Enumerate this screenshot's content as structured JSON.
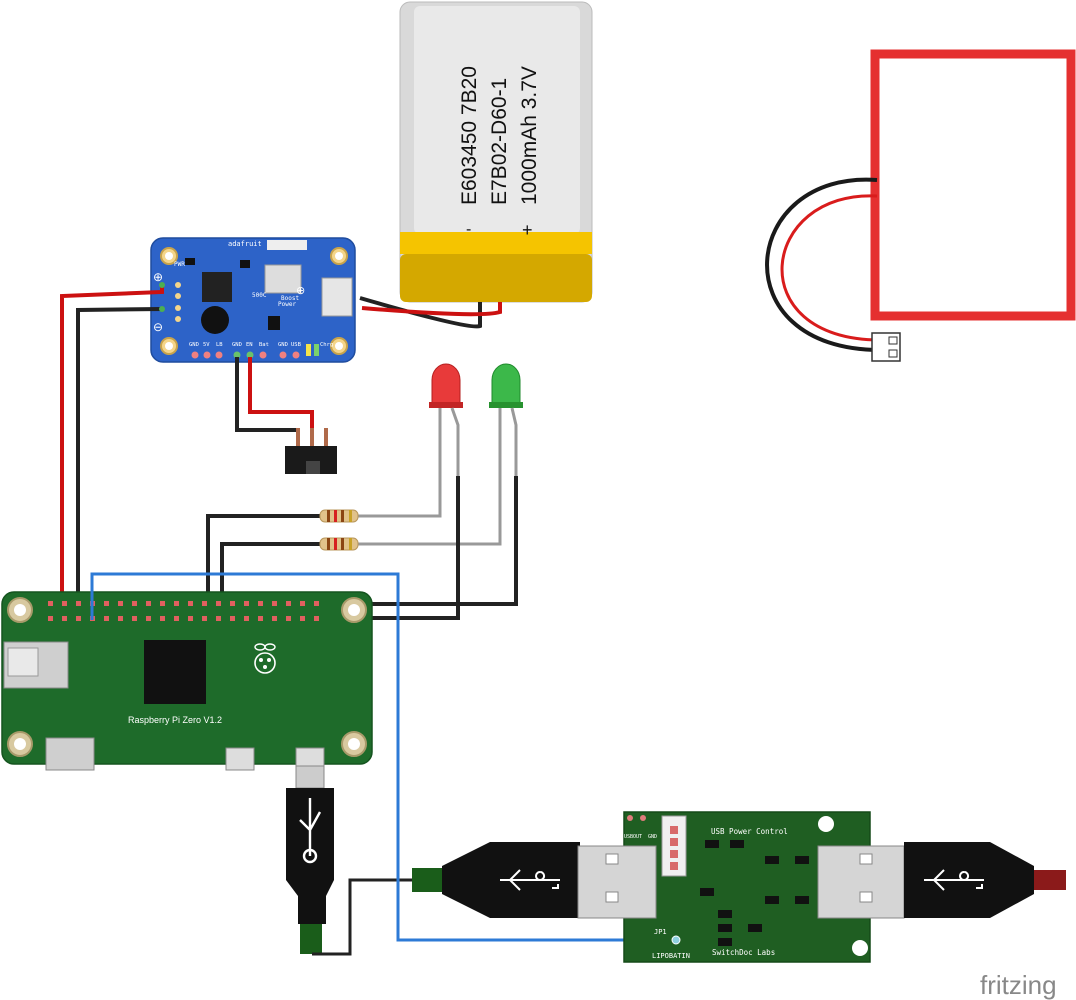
{
  "battery": {
    "line1": "E603450 7B20",
    "line2": "E7B02-D60-1",
    "line3": "1000mAh 3.7V",
    "minus": "-",
    "plus": "+"
  },
  "powerboost": {
    "brand": "adafruit",
    "name_line1": "Power",
    "name_line2": "Boost",
    "name_line3": "500C",
    "pin_labels": [
      "GND",
      "5V",
      "LB",
      "GND",
      "EN",
      "Bat",
      "GND",
      "USB",
      "Chrg"
    ],
    "pwr_label": "PWR",
    "plus_mark": "⊕",
    "minus_mark": "⊖"
  },
  "pi": {
    "label": "Raspberry Pi Zero V1.2"
  },
  "usb_control": {
    "title": "USB Power Control",
    "maker": "SwitchDoc Labs",
    "jp_label": "JP1",
    "lipo_label": "LIPOBATIN",
    "usbout_label": "USBOUT",
    "gnd_label": "GND"
  },
  "watermark": "fritzing",
  "colors": {
    "pcb_green": "#1e6b2a",
    "pcb_blue": "#2d63c8",
    "wire_red": "#cc1111",
    "wire_black": "#222222",
    "wire_blue": "#2d7ad6",
    "solar_red": "#e53030",
    "led_red": "#e83a3a",
    "led_green": "#3cb84a"
  }
}
